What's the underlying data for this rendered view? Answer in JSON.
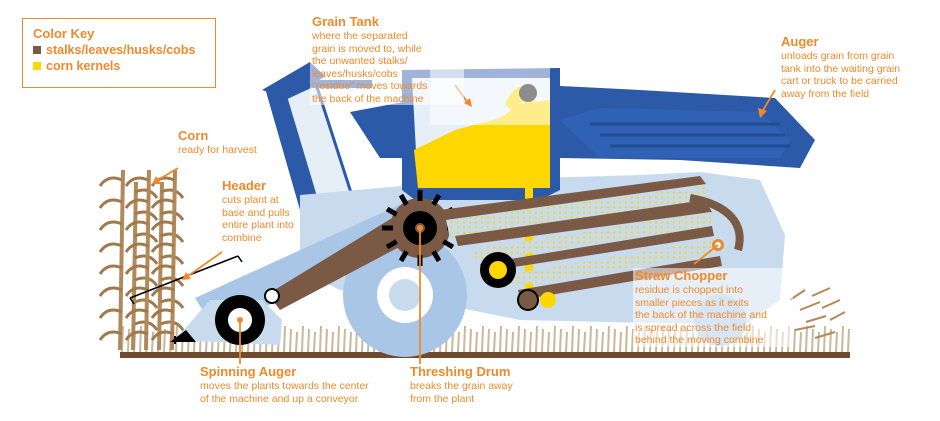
{
  "colors": {
    "accent": "#ee8a2b",
    "combine_blue": "#2c5aa8",
    "combine_lightblue": "#c8dbee",
    "stalks": "#7a5a45",
    "kernels": "#ffd700",
    "ground": "#6f4a2e",
    "tire": "#1a1a1a"
  },
  "color_key": {
    "title": "Color Key",
    "items": [
      {
        "label": "stalks/leaves/husks/cobs",
        "color": "#7a5a45"
      },
      {
        "label": "corn kernels",
        "color": "#ffd700"
      }
    ]
  },
  "callouts": {
    "grain_tank": {
      "title": "Grain Tank",
      "lines": [
        "where the separated",
        "grain is moved to, while",
        "the unwanted stalks/",
        "leaves/husks/cobs",
        "\"residue\" moves towards",
        "the back of the machine"
      ]
    },
    "auger": {
      "title": "Auger",
      "lines": [
        "unloads grain from grain",
        "tank into the waiting grain",
        "cart or truck to be carried",
        "away from the field"
      ]
    },
    "corn": {
      "title": "Corn",
      "lines": [
        "ready for harvest"
      ]
    },
    "header": {
      "title": "Header",
      "lines": [
        "cuts plant at",
        "base and pulls",
        "entire plant into",
        "combine"
      ]
    },
    "straw_chopper": {
      "title": "Straw Chopper",
      "lines": [
        "residue is chopped into",
        "smaller pieces as it exits",
        "the back of the machine and",
        "is spread across the field",
        "behind the moving combine"
      ]
    },
    "spinning_auger": {
      "title": "Spinning Auger",
      "lines": [
        "moves the plants towards the center",
        "of the machine and up a conveyor"
      ]
    },
    "threshing_drum": {
      "title": "Threshing Drum",
      "lines": [
        "breaks the grain away",
        "from the plant"
      ]
    }
  }
}
